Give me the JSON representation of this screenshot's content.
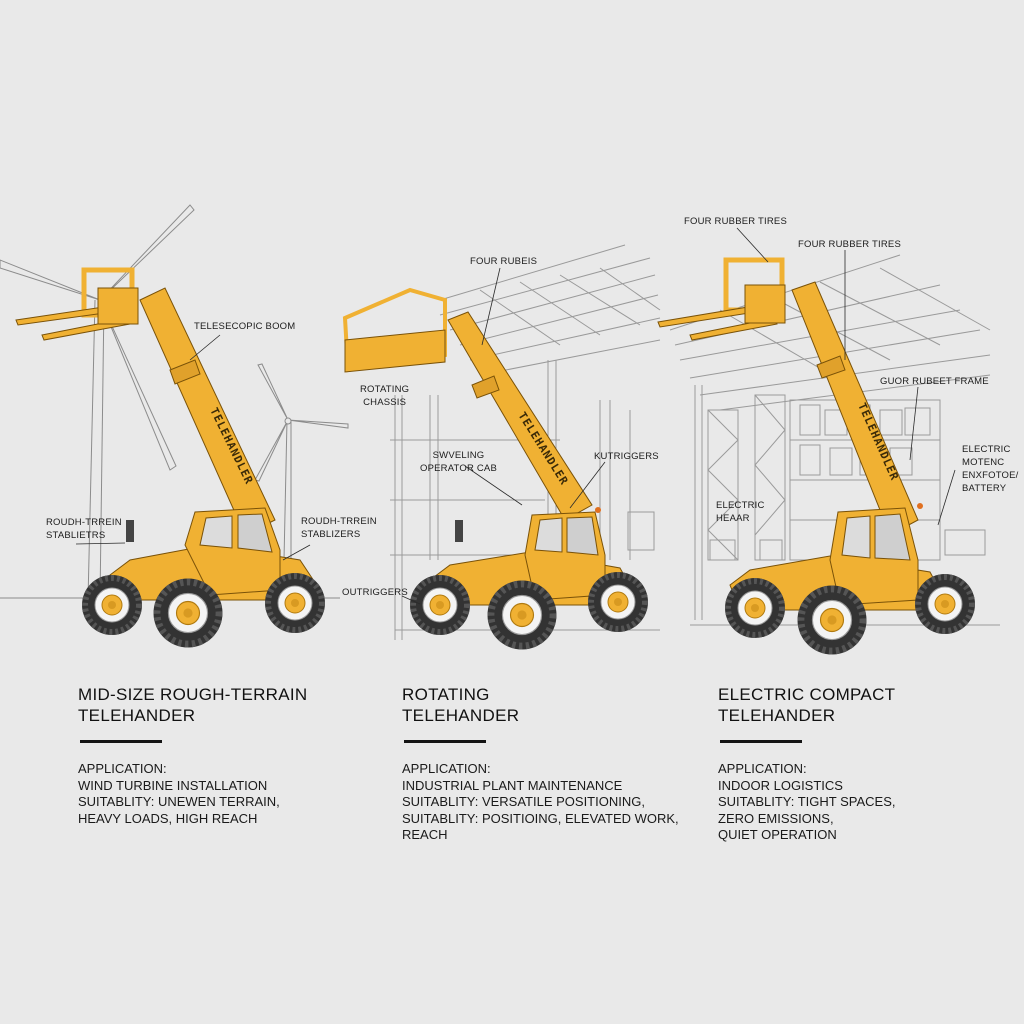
{
  "colors": {
    "background": "#e9e9e9",
    "machine_yellow": "#f0b133",
    "machine_shadow": "#c98a16",
    "tire": "#3a3a3a",
    "line_art": "#8c8c8c",
    "text": "#161616"
  },
  "panels": [
    {
      "id": "mid-size-rough-terrain",
      "title_line1": "MID-SIZE ROUGH-TERRAIN",
      "title_line2": "TELEHANDER",
      "background_scene": "wind turbines",
      "boom_decal": "TELEHANDLER",
      "spec_lines": [
        "APPLICATION:",
        "WIND TURBINE INSTALLATION",
        "SUITABLITY: UNEWEN TERRAIN,",
        "HEAVY LOADS, HIGH REACH"
      ],
      "callouts": [
        {
          "label_line1": "TELESECOPIC BOOM",
          "label_line2": ""
        },
        {
          "label_line1": "ROUDH-TRREIN",
          "label_line2": "STABLIETRS"
        },
        {
          "label_line1": "ROUDH-TRREIN",
          "label_line2": "STABLIZERS"
        },
        {
          "label_line1": "OUTRIGGERS",
          "label_line2": ""
        }
      ]
    },
    {
      "id": "rotating",
      "title_line1": "ROTATING",
      "title_line2": "TELEHANDER",
      "background_scene": "industrial plant",
      "boom_decal": "TELEHANDLER",
      "spec_lines": [
        "APPLICATION:",
        "INDUSTRIAL PLANT MAINTENANCE",
        "SUITABLITY: VERSATILE POSITIONING,",
        "SUITABLITY: POSITIOING, ELEVATED WORK,",
        "REACH"
      ],
      "callouts": [
        {
          "label_line1": "FOUR RUBEIS",
          "label_line2": ""
        },
        {
          "label_line1": "ROTATING",
          "label_line2": "CHASSIS"
        },
        {
          "label_line1": "SWVELING",
          "label_line2": "OPERATOR CAB"
        },
        {
          "label_line1": "KUTRIGGERS",
          "label_line2": ""
        }
      ]
    },
    {
      "id": "electric-compact",
      "title_line1": "ELECTRIC COMPACT",
      "title_line2": "TELEHANDER",
      "background_scene": "warehouse racking",
      "boom_decal": "TELEHANDLER",
      "spec_lines": [
        "APPLICATION:",
        "INDOOR LOGISTICS",
        "SUITABLITY: TIGHT SPACES,",
        "ZERO EMISSIONS,",
        "QUIET OPERATION"
      ],
      "callouts": [
        {
          "label_line1": "FOUR RUBBER TIRES",
          "label_line2": ""
        },
        {
          "label_line1": "FOUR RUBBER TIRES",
          "label_line2": ""
        },
        {
          "label_line1": "GUOR RUBEET FRAME",
          "label_line2": ""
        },
        {
          "label_line1": "ELECTRIC",
          "label_line2": "MOTENC"
        },
        {
          "label_line1": "ENXFOTOE/",
          "label_line2": "BATTERY"
        },
        {
          "label_line1": "ELECTRIC",
          "label_line2": "HEAAR"
        }
      ]
    }
  ]
}
